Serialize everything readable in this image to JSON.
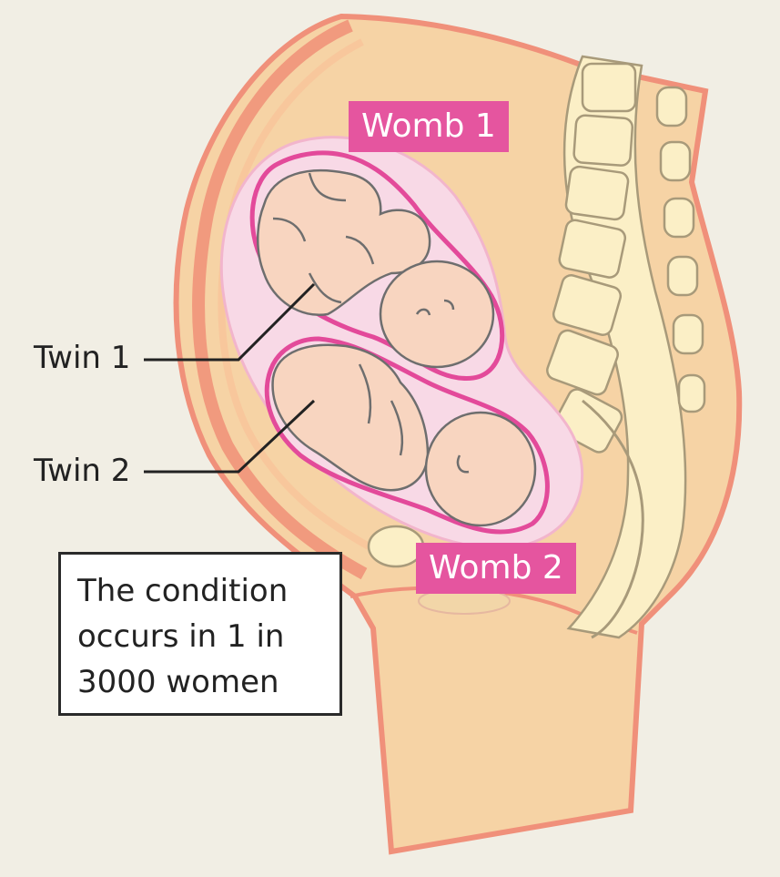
{
  "labels": {
    "womb1": "Womb 1",
    "womb2": "Womb 2",
    "twin1": "Twin 1",
    "twin2": "Twin 2"
  },
  "info": {
    "line1": "The condition",
    "line2": "occurs in 1 in",
    "line3": "3000 women"
  },
  "colors": {
    "background": "#f1eee4",
    "accent_pink": "#e5559f",
    "skin": "#f6d3a5",
    "outline": "#f0907a",
    "spine": "#fbefc6",
    "fetus": "#f8d5c0",
    "sac": "#f8d9e6"
  }
}
